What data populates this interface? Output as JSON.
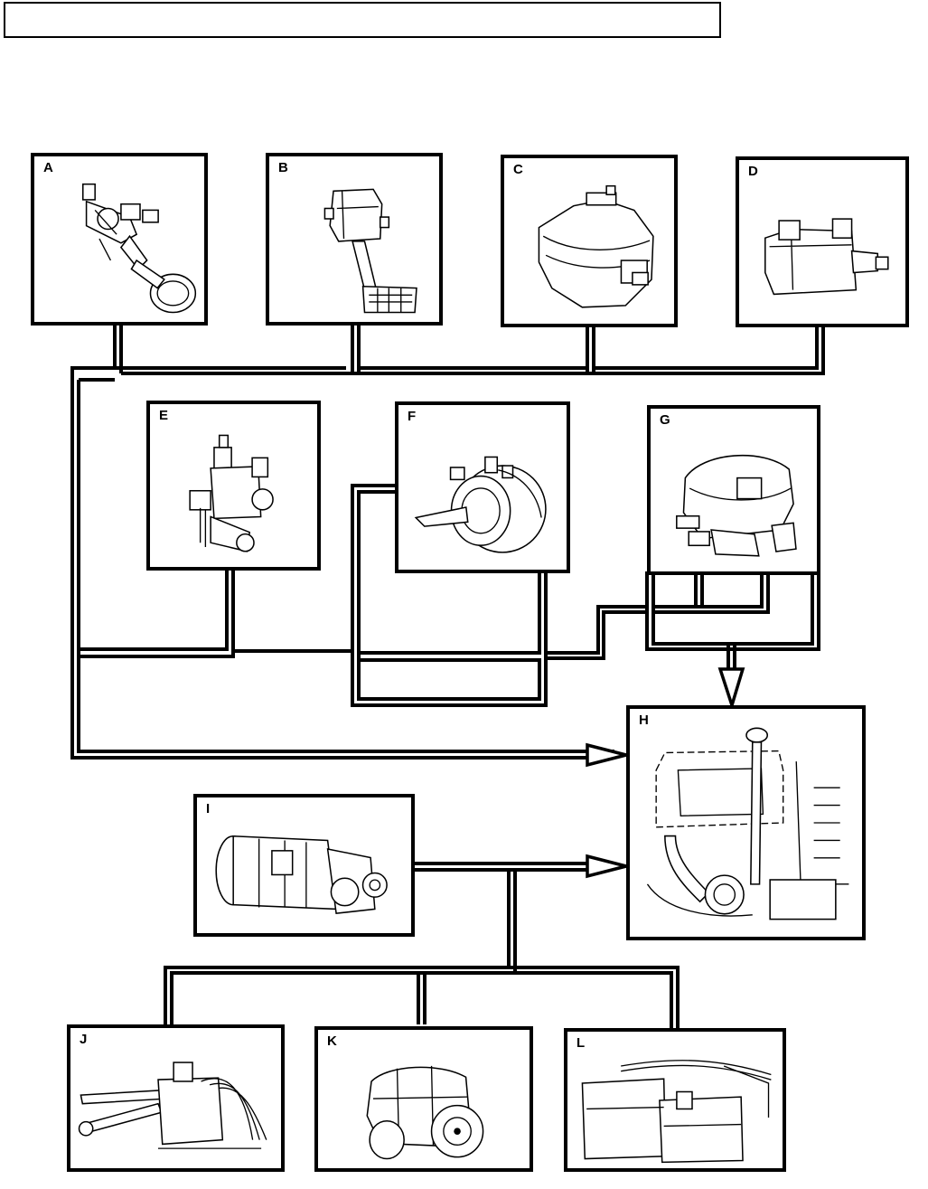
{
  "panels": [
    {
      "id": "A",
      "label": "A",
      "icon": "hand-valve-icon"
    },
    {
      "id": "B",
      "label": "B",
      "icon": "foot-brake-valve-icon"
    },
    {
      "id": "C",
      "label": "C",
      "icon": "brake-chamber-icon"
    },
    {
      "id": "D",
      "label": "D",
      "icon": "relay-valve-icon"
    },
    {
      "id": "E",
      "label": "E",
      "icon": "valve-assembly-icon"
    },
    {
      "id": "F",
      "label": "F",
      "icon": "spring-brake-chamber-icon"
    },
    {
      "id": "G",
      "label": "G",
      "icon": "air-compressor-icon"
    },
    {
      "id": "H",
      "label": "H",
      "icon": "vehicle-cab-installation-icon"
    },
    {
      "id": "I",
      "label": "I",
      "icon": "transmission-icon"
    },
    {
      "id": "J",
      "label": "J",
      "icon": "shift-linkage-assembly-icon"
    },
    {
      "id": "K",
      "label": "K",
      "icon": "transfer-case-icon"
    },
    {
      "id": "L",
      "label": "L",
      "icon": "tank-and-lines-icon"
    }
  ],
  "colors": {
    "line": "#000000",
    "background": "#ffffff"
  }
}
